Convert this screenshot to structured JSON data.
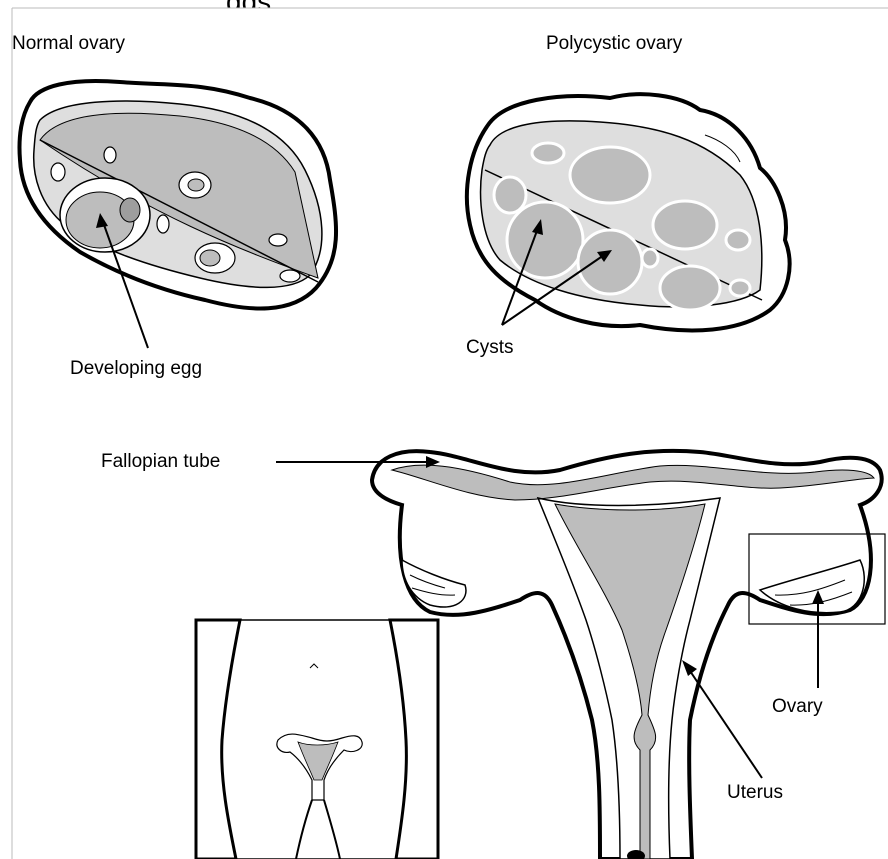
{
  "colors": {
    "tissue_fill": "#bdbdbd",
    "light_fill": "#dedede",
    "outline": "#000000",
    "background": "#ffffff"
  },
  "header_fragment": "ggs",
  "titles": {
    "normal": "Normal ovary",
    "polycystic": "Polycystic ovary"
  },
  "labels": {
    "developing_egg": "Developing egg",
    "cysts": "Cysts",
    "fallopian_tube": "Fallopian tube",
    "ovary": "Ovary",
    "uterus": "Uterus"
  }
}
